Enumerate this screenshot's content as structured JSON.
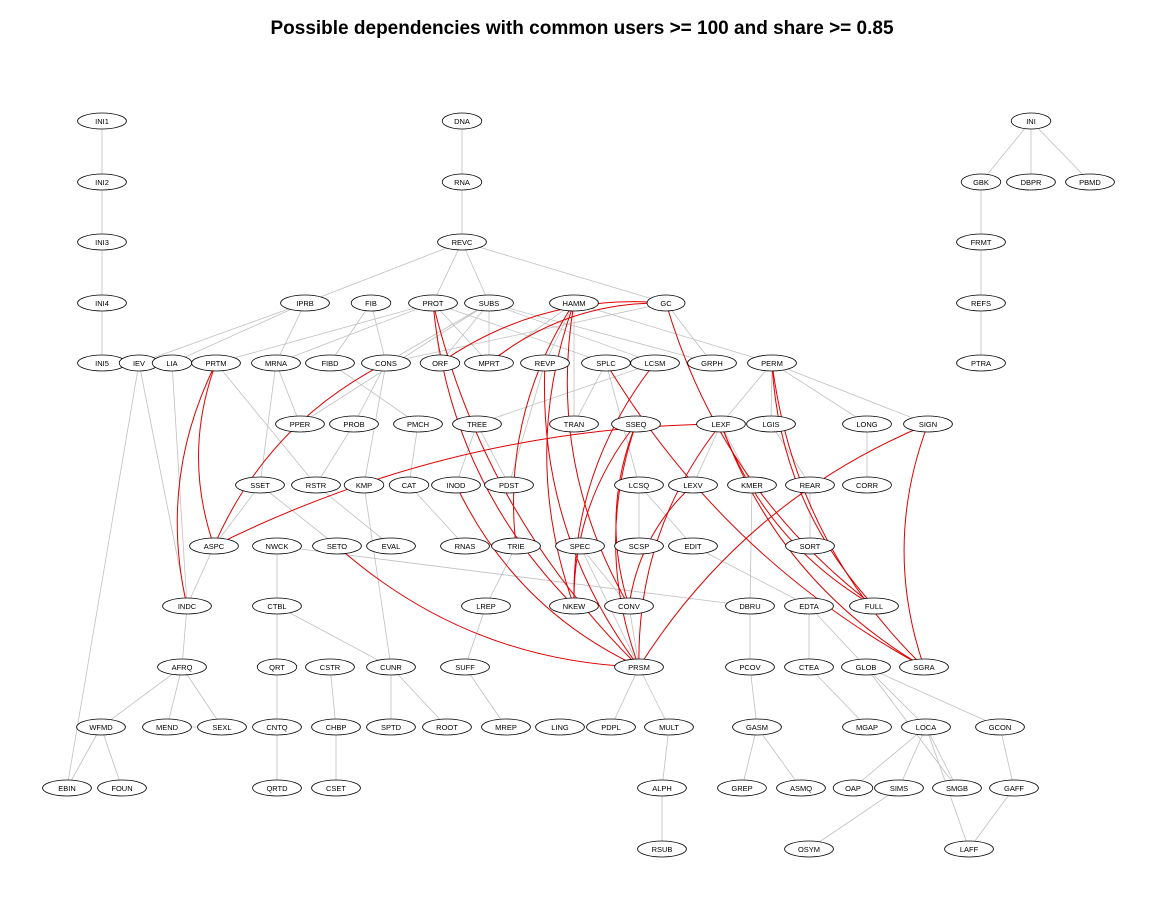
{
  "title": "Possible dependencies with common users >= 100 and share >= 0.85",
  "colors": {
    "edge_normal": "#c0c0c0",
    "edge_highlight": "#e00000",
    "node_border": "#000000"
  },
  "nodes": [
    "INI1",
    "INI2",
    "INI3",
    "INI4",
    "INI5",
    "DNA",
    "RNA",
    "REVC",
    "INI",
    "GBK",
    "DBPR",
    "PBMD",
    "FRMT",
    "REFS",
    "PTRA",
    "IPRB",
    "FIB",
    "PROT",
    "SUBS",
    "HAMM",
    "GC",
    "IEV",
    "LIA",
    "PRTM",
    "MRNA",
    "FIBD",
    "CONS",
    "ORF",
    "MPRT",
    "REVP",
    "SPLC",
    "LCSM",
    "GRPH",
    "PERM",
    "PPER",
    "PROB",
    "PMCH",
    "TREE",
    "TRAN",
    "SSEQ",
    "LEXF",
    "LGIS",
    "LONG",
    "SIGN",
    "SSET",
    "RSTR",
    "KMP",
    "CAT",
    "INOD",
    "PDST",
    "LCSQ",
    "LEXV",
    "KMER",
    "REAR",
    "CORR",
    "ASPC",
    "NWCK",
    "SETO",
    "EVAL",
    "RNAS",
    "TRIE",
    "SPEC",
    "SCSP",
    "EDIT",
    "SORT",
    "INDC",
    "CTBL",
    "LREP",
    "NKEW",
    "CONV",
    "DBRU",
    "EDTA",
    "FULL",
    "AFRQ",
    "QRT",
    "CSTR",
    "CUNR",
    "SUFF",
    "PRSM",
    "PCOV",
    "CTEA",
    "GLOB",
    "SGRA",
    "WFMD",
    "MEND",
    "SEXL",
    "CNTQ",
    "CHBP",
    "SPTD",
    "ROOT",
    "MREP",
    "LING",
    "PDPL",
    "MULT",
    "GASM",
    "MGAP",
    "LOCA",
    "GCON",
    "EBIN",
    "FOUN",
    "QRTD",
    "CSET",
    "ALPH",
    "GREP",
    "ASMQ",
    "OAP",
    "SIMS",
    "SMGB",
    "GAFF",
    "RSUB",
    "OSYM",
    "LAFF"
  ],
  "edges": [
    [
      "INI1",
      "INI2"
    ],
    [
      "INI2",
      "INI3"
    ],
    [
      "INI3",
      "INI4"
    ],
    [
      "INI4",
      "INI5"
    ],
    [
      "DNA",
      "RNA"
    ],
    [
      "RNA",
      "REVC"
    ],
    [
      "INI",
      "GBK"
    ],
    [
      "INI",
      "DBPR"
    ],
    [
      "INI",
      "PBMD"
    ],
    [
      "GBK",
      "FRMT"
    ],
    [
      "FRMT",
      "REFS"
    ],
    [
      "REFS",
      "PTRA"
    ],
    [
      "REVC",
      "IPRB"
    ],
    [
      "REVC",
      "PROT"
    ],
    [
      "REVC",
      "SUBS"
    ],
    [
      "REVC",
      "GC"
    ],
    [
      "IPRB",
      "IEV"
    ],
    [
      "IPRB",
      "LIA"
    ],
    [
      "IPRB",
      "MRNA"
    ],
    [
      "FIB",
      "FIBD"
    ],
    [
      "FIB",
      "CONS"
    ],
    [
      "PROT",
      "PRTM"
    ],
    [
      "PROT",
      "MRNA"
    ],
    [
      "PROT",
      "ORF"
    ],
    [
      "PROT",
      "MPRT"
    ],
    [
      "PROT",
      "SPLC"
    ],
    [
      "SUBS",
      "CONS"
    ],
    [
      "SUBS",
      "ORF"
    ],
    [
      "SUBS",
      "MPRT"
    ],
    [
      "SUBS",
      "LCSM"
    ],
    [
      "SUBS",
      "GRPH"
    ],
    [
      "SUBS",
      "PPER"
    ],
    [
      "HAMM",
      "REVP"
    ],
    [
      "HAMM",
      "TRAN"
    ],
    [
      "HAMM",
      "PERM"
    ],
    [
      "HAMM",
      "MPRT"
    ],
    [
      "GC",
      "GRPH"
    ],
    [
      "GC",
      "CONS"
    ],
    [
      "MRNA",
      "PPER"
    ],
    [
      "MRNA",
      "SSET"
    ],
    [
      "PRTM",
      "RSTR"
    ],
    [
      "CONS",
      "PROB"
    ],
    [
      "CONS",
      "KMP"
    ],
    [
      "FIBD",
      "PMCH"
    ],
    [
      "REVP",
      "PDST"
    ],
    [
      "SPLC",
      "TRAN"
    ],
    [
      "SPLC",
      "LCSQ"
    ],
    [
      "LCSM",
      "TREE"
    ],
    [
      "PERM",
      "LEXF"
    ],
    [
      "PERM",
      "LGIS"
    ],
    [
      "PERM",
      "SIGN"
    ],
    [
      "PERM",
      "LONG"
    ],
    [
      "PROB",
      "RSTR"
    ],
    [
      "PMCH",
      "CAT"
    ],
    [
      "TREE",
      "INOD"
    ],
    [
      "TREE",
      "PDST"
    ],
    [
      "LEXF",
      "LEXV"
    ],
    [
      "LEXF",
      "KMER"
    ],
    [
      "LGIS",
      "REAR"
    ],
    [
      "LONG",
      "CORR"
    ],
    [
      "SSET",
      "ASPC"
    ],
    [
      "SSET",
      "SETO"
    ],
    [
      "RSTR",
      "EVAL"
    ],
    [
      "KMP",
      "CUNR"
    ],
    [
      "CAT",
      "RNAS"
    ],
    [
      "LCSQ",
      "SCSP"
    ],
    [
      "LCSQ",
      "EDIT"
    ],
    [
      "REAR",
      "SORT"
    ],
    [
      "IEV",
      "INDC"
    ],
    [
      "IEV",
      "EBIN"
    ],
    [
      "LIA",
      "INDC"
    ],
    [
      "ASPC",
      "INDC"
    ],
    [
      "NWCK",
      "CTBL"
    ],
    [
      "NWCK",
      "DBRU"
    ],
    [
      "TRIE",
      "LREP"
    ],
    [
      "SPEC",
      "CONV"
    ],
    [
      "KMER",
      "DBRU"
    ],
    [
      "EDIT",
      "EDTA"
    ],
    [
      "INDC",
      "AFRQ"
    ],
    [
      "CTBL",
      "QRT"
    ],
    [
      "CTBL",
      "CUNR"
    ],
    [
      "LREP",
      "SUFF"
    ],
    [
      "CONV",
      "PRSM"
    ],
    [
      "DBRU",
      "PCOV"
    ],
    [
      "EDTA",
      "CTEA"
    ],
    [
      "EDTA",
      "GLOB"
    ],
    [
      "AFRQ",
      "WFMD"
    ],
    [
      "AFRQ",
      "MEND"
    ],
    [
      "AFRQ",
      "SEXL"
    ],
    [
      "QRT",
      "CNTQ"
    ],
    [
      "CSTR",
      "CHBP"
    ],
    [
      "CUNR",
      "SPTD"
    ],
    [
      "CUNR",
      "ROOT"
    ],
    [
      "SUFF",
      "MREP"
    ],
    [
      "PRSM",
      "PDPL"
    ],
    [
      "PRSM",
      "MULT"
    ],
    [
      "PCOV",
      "GASM"
    ],
    [
      "CTEA",
      "MGAP"
    ],
    [
      "GLOB",
      "LOCA"
    ],
    [
      "GLOB",
      "GCON"
    ],
    [
      "WFMD",
      "EBIN"
    ],
    [
      "WFMD",
      "FOUN"
    ],
    [
      "CNTQ",
      "QRTD"
    ],
    [
      "CHBP",
      "CSET"
    ],
    [
      "MULT",
      "ALPH"
    ],
    [
      "GASM",
      "GREP"
    ],
    [
      "GASM",
      "ASMQ"
    ],
    [
      "LOCA",
      "OAP"
    ],
    [
      "LOCA",
      "SIMS"
    ],
    [
      "LOCA",
      "SMGB"
    ],
    [
      "GCON",
      "GAFF"
    ],
    [
      "ALPH",
      "RSUB"
    ],
    [
      "SIMS",
      "OSYM"
    ],
    [
      "GAFF",
      "LAFF"
    ],
    [
      "LOCA",
      "LAFF"
    ],
    [
      "GLOB",
      "SMGB"
    ],
    [
      "SPEC",
      "PRSM"
    ],
    [
      "MEND",
      "SEXL"
    ]
  ],
  "red_edges": [
    [
      "PRTM",
      "ASPC"
    ],
    [
      "PRTM",
      "INDC"
    ],
    [
      "CONS",
      "ASPC"
    ],
    [
      "PROT",
      "PRSM"
    ],
    [
      "PROT",
      "NKEW"
    ],
    [
      "GC",
      "ORF"
    ],
    [
      "GC",
      "MPRT"
    ],
    [
      "GC",
      "FULL"
    ],
    [
      "HAMM",
      "CONV"
    ],
    [
      "HAMM",
      "TRIE"
    ],
    [
      "HAMM",
      "NKEW"
    ],
    [
      "REVP",
      "PRSM"
    ],
    [
      "SSEQ",
      "PRSM"
    ],
    [
      "SSEQ",
      "CONV"
    ],
    [
      "SSEQ",
      "NKEW"
    ],
    [
      "LEXF",
      "PRSM"
    ],
    [
      "LEXF",
      "SGRA"
    ],
    [
      "LEXF",
      "FULL"
    ],
    [
      "LEXF",
      "ASPC"
    ],
    [
      "LEXV",
      "CONV"
    ],
    [
      "SIGN",
      "PRSM"
    ],
    [
      "SIGN",
      "SGRA"
    ],
    [
      "PERM",
      "SGRA"
    ],
    [
      "PERM",
      "FULL"
    ],
    [
      "LCSM",
      "NKEW"
    ],
    [
      "SETO",
      "PRSM"
    ],
    [
      "INOD",
      "PRSM"
    ],
    [
      "SPLC",
      "SGRA"
    ]
  ]
}
